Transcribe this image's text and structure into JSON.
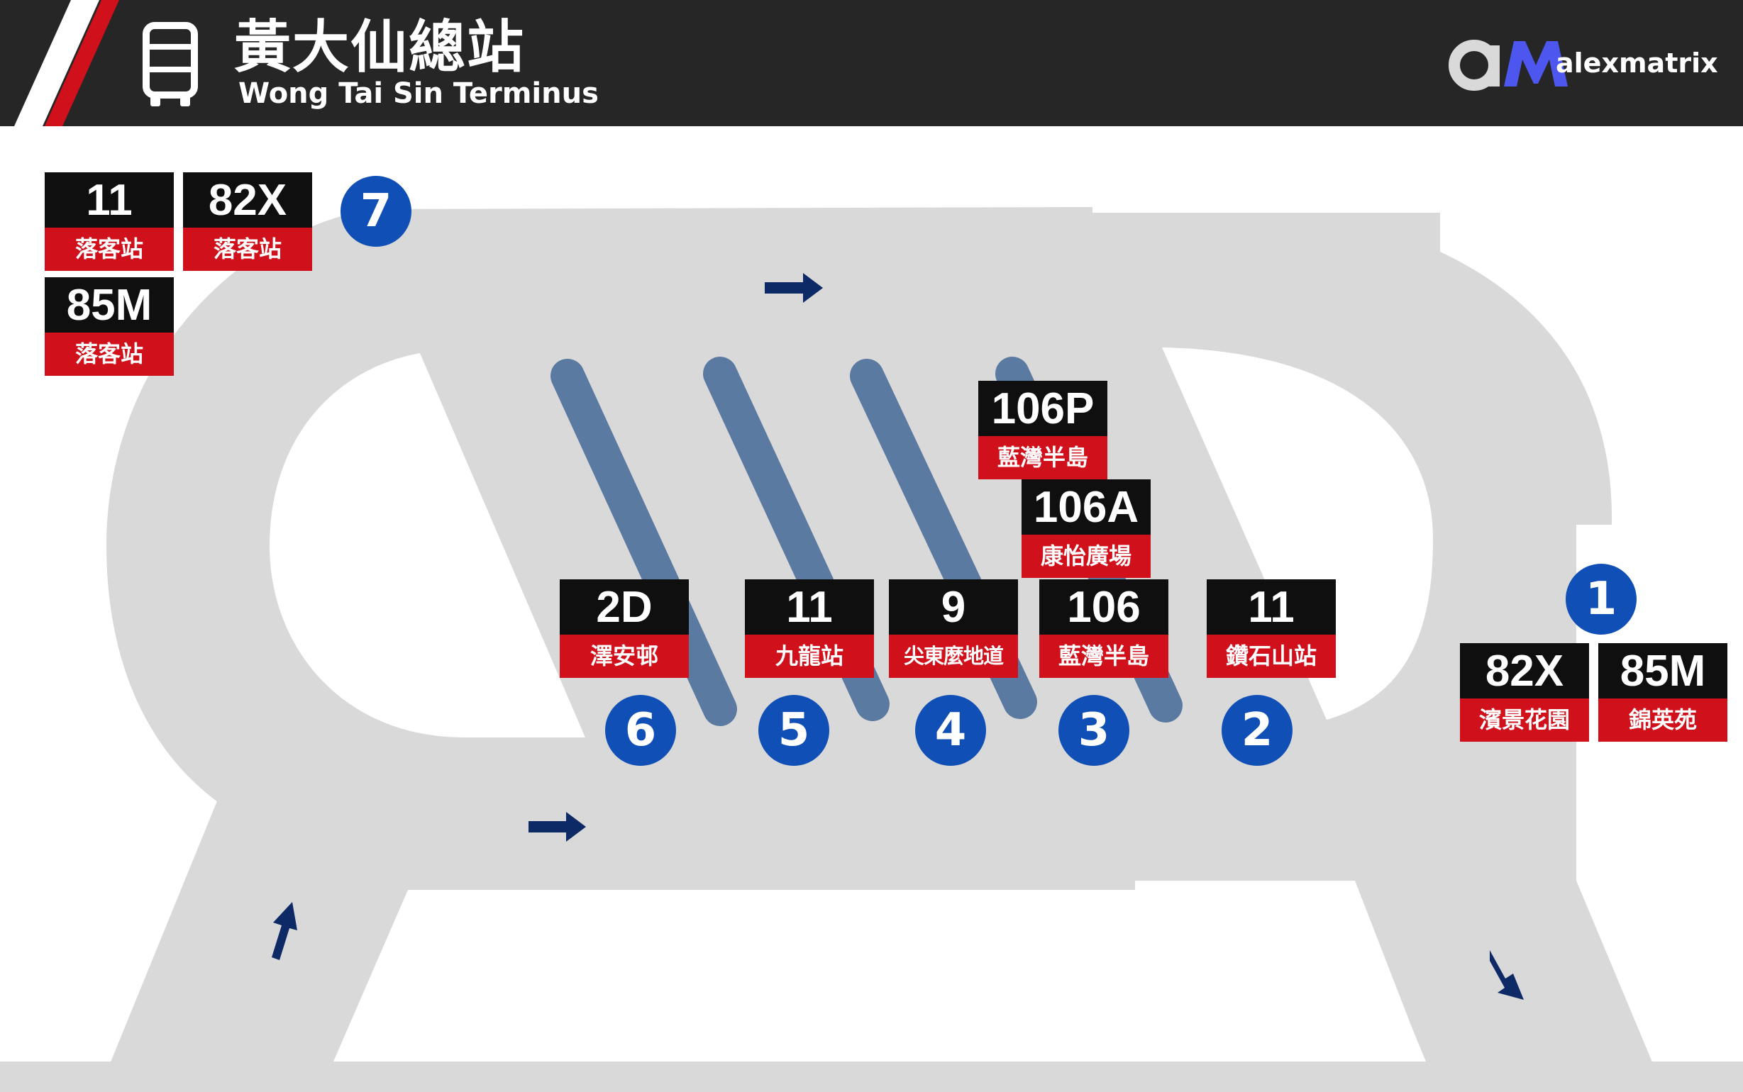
{
  "header": {
    "title_zh": "黃大仙總站",
    "title_en": "Wong Tai Sin Terminus",
    "brand_name": "alexmatrix",
    "bus_icon": "bus-icon",
    "brand_logo": "alexmatrix-logo"
  },
  "colors": {
    "header_bg": "#262626",
    "route_bg": "#0f0f0f",
    "dest_bg": "#d0101a",
    "bay_bg": "#0f4fb6",
    "road": "#d9d9d9",
    "platform": "#5b7aa2",
    "arrow": "#0d2a66",
    "stripe_red": "#d0101a"
  },
  "signs": [
    {
      "id": "s1",
      "route": "11",
      "dest": "落客站"
    },
    {
      "id": "s2",
      "route": "82X",
      "dest": "落客站"
    },
    {
      "id": "s3",
      "route": "85M",
      "dest": "落客站"
    },
    {
      "id": "s4",
      "route": "106P",
      "dest": "藍灣半島"
    },
    {
      "id": "s5",
      "route": "106A",
      "dest": "康怡廣場"
    },
    {
      "id": "s6",
      "route": "2D",
      "dest": "澤安邨"
    },
    {
      "id": "s7",
      "route": "11",
      "dest": "九龍站"
    },
    {
      "id": "s8",
      "route": "9",
      "dest": "尖東麼地道"
    },
    {
      "id": "s9",
      "route": "106",
      "dest": "藍灣半島"
    },
    {
      "id": "s10",
      "route": "11",
      "dest": "鑽石山站"
    },
    {
      "id": "s11",
      "route": "82X",
      "dest": "濱景花園"
    },
    {
      "id": "s12",
      "route": "85M",
      "dest": "錦英苑"
    }
  ],
  "bays": [
    "7",
    "6",
    "5",
    "4",
    "3",
    "2",
    "1"
  ]
}
